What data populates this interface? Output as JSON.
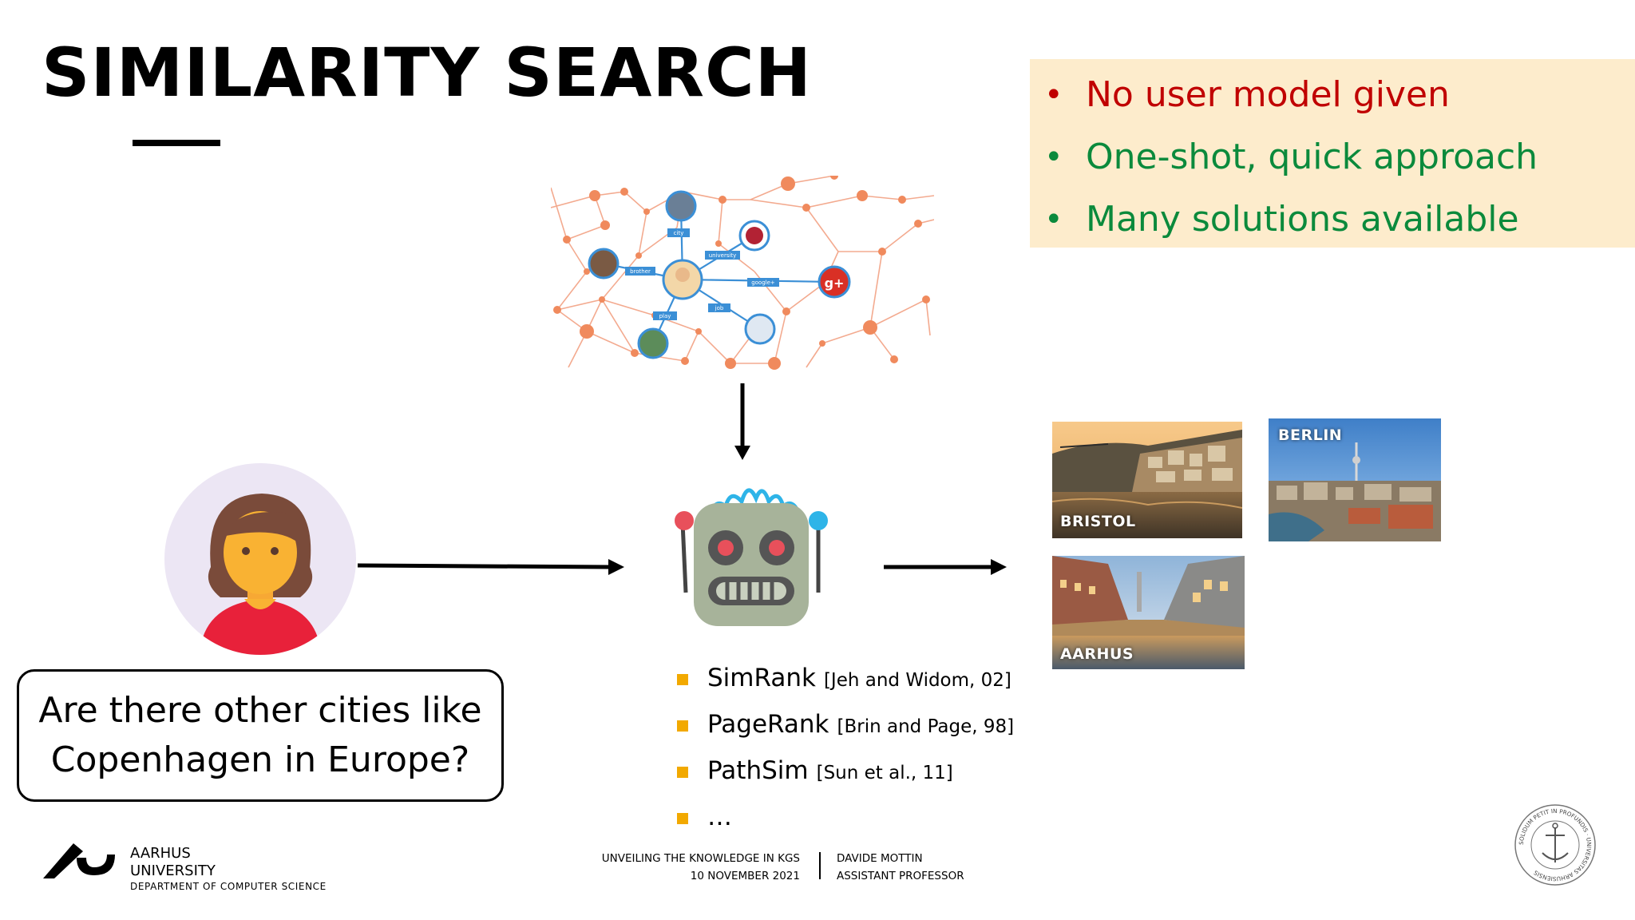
{
  "slide": {
    "title": "SIMILARITY SEARCH"
  },
  "bullets": [
    {
      "text": "No user model given",
      "color": "#c00000"
    },
    {
      "text": "One-shot, quick approach",
      "color": "#0b8a3c"
    },
    {
      "text": "Many solutions available",
      "color": "#0b8a3c"
    }
  ],
  "bullet_symbol": "•",
  "graph": {
    "labels": {
      "city": "city",
      "university": "university",
      "brother": "brother",
      "google": "google+",
      "job": "job",
      "play": "play"
    },
    "google_badge": "g+"
  },
  "question": {
    "line1": "Are there other cities like",
    "line2": "Copenhagen in Europe?"
  },
  "algorithms": [
    {
      "name": "SimRank",
      "citation": "[Jeh and Widom, 02]"
    },
    {
      "name": "PageRank",
      "citation": "[Brin and Page, 98]"
    },
    {
      "name": "PathSim",
      "citation": "[Sun et al., 11]"
    },
    {
      "name": "…",
      "citation": ""
    }
  ],
  "cities": {
    "bristol": "BRISTOL",
    "berlin": "BERLIN",
    "aarhus": "AARHUS"
  },
  "footer": {
    "university_line1": "AARHUS",
    "university_line2": "UNIVERSITY",
    "department": "DEPARTMENT OF COMPUTER SCIENCE",
    "talk_title": "UNVEILING THE KNOWLEDGE IN KGS",
    "talk_date": "10 NOVEMBER 2021",
    "author_name": "DAVIDE MOTTIN",
    "author_role": "ASSISTANT PROFESSOR",
    "seal_text": "SOLIDUM PETIT IN PROFUNDIS · UNIVERSITAS ARHUSIENSIS"
  },
  "colors": {
    "accent_orange": "#f2a900",
    "bullet_box_bg": "#fdeccc",
    "graph_node": "#f08a5d"
  },
  "icons": [
    "person-avatar-icon",
    "robot-icon",
    "arrow-right-icon",
    "arrow-down-icon",
    "aarhus-logo-icon",
    "university-seal-icon"
  ]
}
